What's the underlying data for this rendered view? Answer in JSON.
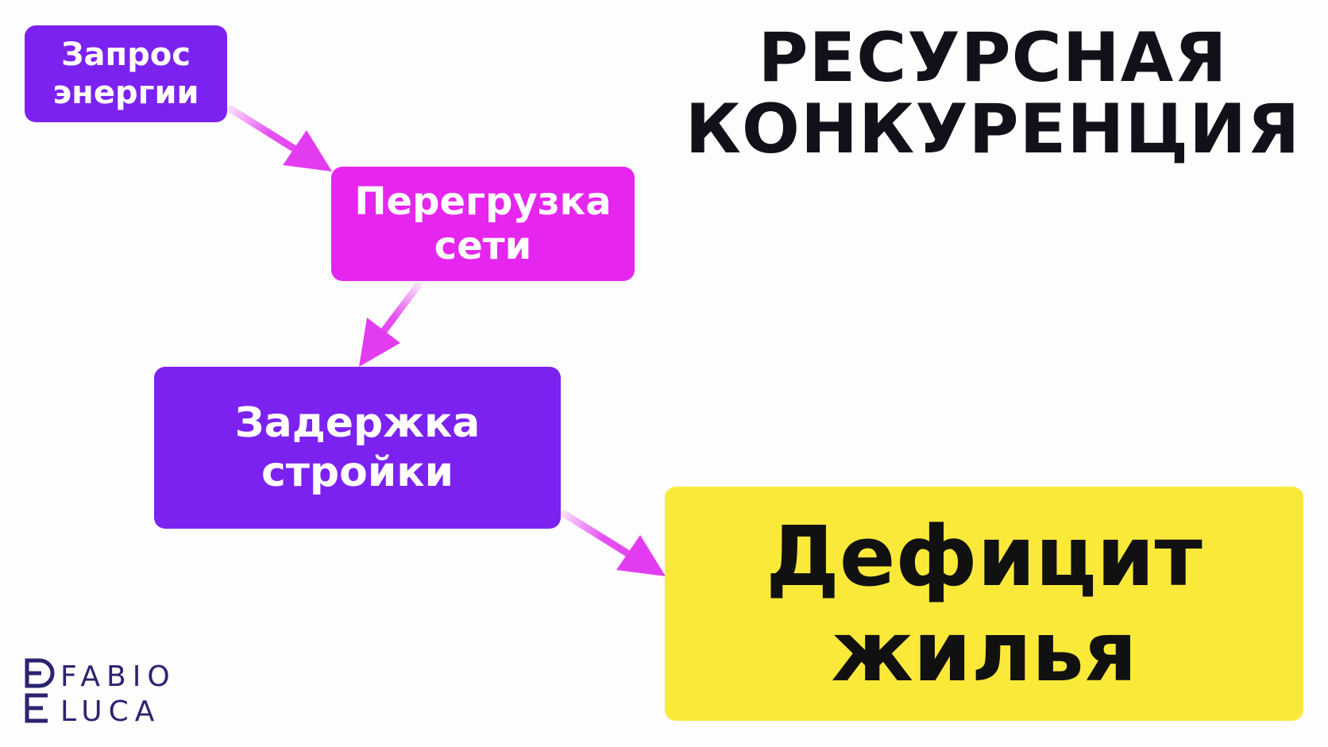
{
  "title": "РЕСУРСНАЯ\nКОНКУРЕНЦИЯ",
  "nodes": {
    "request": "Запрос\nэнергии",
    "overload": "Перегрузка\nсети",
    "delay": "Задержка\nстройки",
    "deficit": "Дефицит\nжилья"
  },
  "logo": {
    "line1": "FABIO",
    "line2": "LUCA"
  },
  "colors": {
    "purple": "#7c22f0",
    "magenta": "#e626ef",
    "yellow": "#fbe93a",
    "text_dark": "#12111a",
    "arrow": "#e33cf0"
  }
}
